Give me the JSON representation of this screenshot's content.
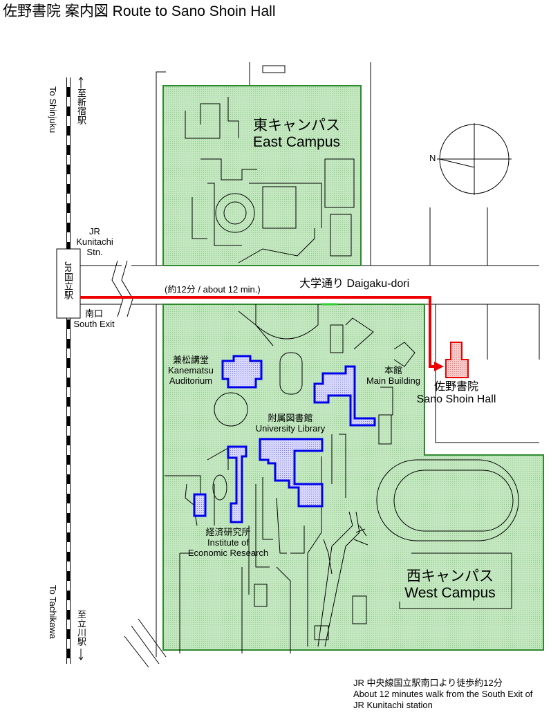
{
  "title": "佐野書院 案内図 Route to Sano Shoin Hall",
  "colors": {
    "campus_fill": "#c4e7c1",
    "campus_border": "#2d8a2d",
    "building_outline": "#0000ee",
    "route": "#ee0000",
    "destination_fill": "#f2bcbc"
  },
  "stations": {
    "shinjuku_en": "To Shinjuku",
    "shinjuku_ja": "至新宿駅",
    "tachikawa_en": "To Tachikawa",
    "tachikawa_ja": "至立川駅",
    "kunitachi_en_line1": "JR",
    "kunitachi_en_line2": "Kunitachi",
    "kunitachi_en_line3": "Stn.",
    "kunitachi_box": "JR国立駅",
    "south_exit_ja": "南口",
    "south_exit_en": "South Exit"
  },
  "street": {
    "name": "大学通り Daigaku-dori",
    "walk_time": "(約12分 / about 12 min.)"
  },
  "campuses": {
    "east_ja": "東キャンパス",
    "east_en": "East Campus",
    "west_ja": "西キャンパス",
    "west_en": "West Campus"
  },
  "buildings": {
    "kanematsu_ja": "兼松講堂",
    "kanematsu_en1": "Kanematsu",
    "kanematsu_en2": "Auditorium",
    "main_ja": "本館",
    "main_en": "Main Building",
    "library_ja": "附属図書館",
    "library_en": "University Library",
    "ier_ja": "経済研究所",
    "ier_en1": "Institute of",
    "ier_en2": "Economic Research"
  },
  "destination": {
    "ja": "佐野書院",
    "en": "Sano Shoin Hall"
  },
  "compass": {
    "north": "N"
  },
  "footer": {
    "line1": "JR 中央線国立駅南口より徒歩約12分",
    "line2": "About 12 minutes walk from the South Exit of",
    "line3": "JR Kunitachi station"
  }
}
